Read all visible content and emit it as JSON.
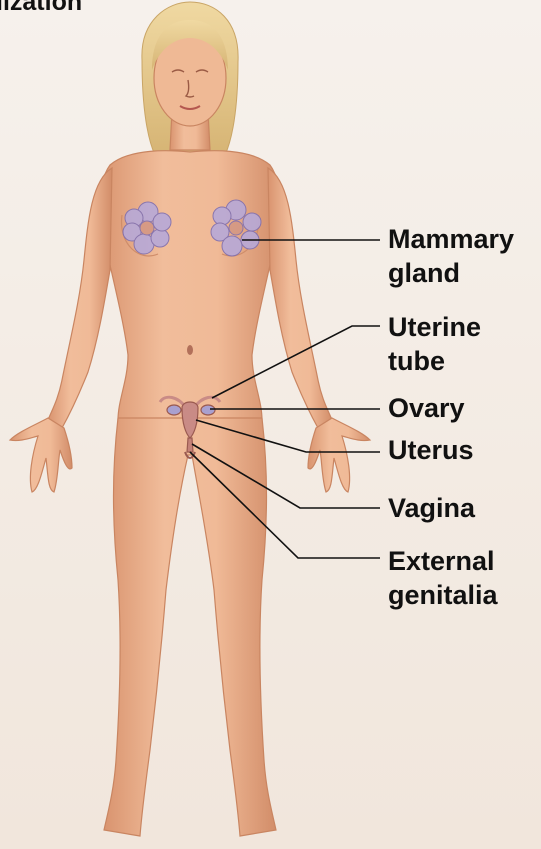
{
  "title_fragment": "lization",
  "labels": {
    "mammary": [
      "Mammary",
      "gland"
    ],
    "uterine_tube": [
      "Uterine",
      "tube"
    ],
    "ovary": [
      "Ovary"
    ],
    "uterus": [
      "Uterus"
    ],
    "vagina": [
      "Vagina"
    ],
    "external_genitalia": [
      "External",
      "genitalia"
    ]
  },
  "colors": {
    "skin": "#eab08e",
    "skin_shadow": "#d3906c",
    "hair": "#e6c98a",
    "gland": "#b7a9d8",
    "organ": "#c98b86",
    "leader_line": "#111111"
  }
}
